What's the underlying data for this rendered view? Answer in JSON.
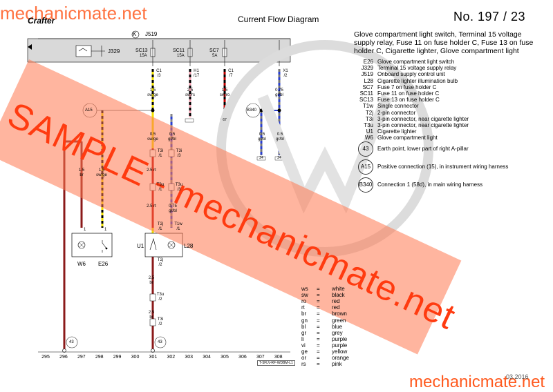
{
  "watermark": {
    "top": "mechanicmate.net",
    "bottom": "mechanicmate.net",
    "sample": "SAMPLE - mechanicmate.net"
  },
  "header": {
    "brand": "Crafter",
    "title": "Current Flow Diagram",
    "number": "No.  197 /  23",
    "date": "03.2016"
  },
  "sheet_title": "Glove compartment light switch, Terminal 15 voltage supply relay, Fuse 11 on fuse holder C, Fuse 13 on fuse holder C, Cigarette lighter, Glove compartment light",
  "legend": [
    {
      "code": "E26",
      "desc": "Glove compartment light switch"
    },
    {
      "code": "J329",
      "desc": "Terminal 15 voltage supply relay"
    },
    {
      "code": "J519",
      "desc": "Onboard supply control unit"
    },
    {
      "code": "L28",
      "desc": "Cigarette lighter illumination bulb"
    },
    {
      "code": "SC7",
      "desc": "Fuse 7 on fuse holder C"
    },
    {
      "code": "SC11",
      "desc": "Fuse 11 on fuse holder C"
    },
    {
      "code": "SC13",
      "desc": "Fuse 13 on fuse holder C"
    },
    {
      "code": "T1w",
      "desc": "Single connector"
    },
    {
      "code": "T2j",
      "desc": "2-pin connector"
    },
    {
      "code": "T3i",
      "desc": "3-pin connector, near cigarette lighter"
    },
    {
      "code": "T3u",
      "desc": "3-pin connector, near cigarette lighter"
    },
    {
      "code": "U1",
      "desc": "Cigarette lighter"
    },
    {
      "code": "W6",
      "desc": "Glove compartment light"
    }
  ],
  "symbols": [
    {
      "code": "43",
      "desc": "Earth point, lower part of right A-pillar"
    },
    {
      "code": "A15",
      "desc": "Positive connection (15), in instrument wiring harness"
    },
    {
      "code": "B340",
      "desc": "Connection 1 (58d), in main wiring harness"
    }
  ],
  "wire_colors": [
    {
      "code": "ws",
      "name": "white"
    },
    {
      "code": "sw",
      "name": "black"
    },
    {
      "code": "ro",
      "name": "red"
    },
    {
      "code": "rt",
      "name": "red"
    },
    {
      "code": "br",
      "name": "brown"
    },
    {
      "code": "gn",
      "name": "green"
    },
    {
      "code": "bl",
      "name": "blue"
    },
    {
      "code": "gr",
      "name": "grey"
    },
    {
      "code": "li",
      "name": "purple"
    },
    {
      "code": "vi",
      "name": "purple"
    },
    {
      "code": "ge",
      "name": "yellow"
    },
    {
      "code": "or",
      "name": "orange"
    },
    {
      "code": "rs",
      "name": "pink"
    }
  ],
  "equals_sign": "=",
  "tracks": [
    "295",
    "296",
    "297",
    "298",
    "299",
    "300",
    "301",
    "302",
    "303",
    "304",
    "305",
    "306",
    "307",
    "308"
  ],
  "diagram": {
    "k_marker": "K",
    "j519_label": "J519",
    "j329_label": "J329",
    "fuses": [
      {
        "name": "SC13",
        "rating": "15A"
      },
      {
        "name": "SC11",
        "rating": "15A"
      },
      {
        "name": "SC7",
        "rating": "5A"
      }
    ],
    "pins": [
      "C1 /3",
      "H1 /17",
      "C1 /7",
      "X1 /2"
    ],
    "wire_labels": [
      "1.5 sw/ge",
      "2.5 sw/rs",
      "1.5 sw/ro",
      "0.75 gr/bl",
      "0.5 gr/bl",
      "0.5 gr/bl",
      "0.5 gr/bl",
      "1.5 br",
      "1.5 sw/ge",
      "2.5 rt",
      "2.5 rt",
      "0.75 gr/bl",
      "0.5 sw/ge",
      "2.5 br",
      "2.5 br"
    ],
    "connectors": [
      "T3i /1",
      "T3i /3",
      "T3u /1",
      "T3u /3",
      "T2j /1",
      "T1w /1",
      "T2j /2",
      "T3u /2",
      "T3i /2"
    ],
    "nodes": [
      "A15",
      "B340",
      "43",
      "43"
    ],
    "refs": [
      "24",
      "24",
      "67"
    ],
    "components": [
      {
        "code": "W6",
        "pin": "1"
      },
      {
        "code": "E26",
        "pin": "1"
      },
      {
        "code": "U1",
        "pin": ""
      },
      {
        "code": "L28",
        "pin": ""
      }
    ],
    "ref_code": "T-5FLV-RF-WDBM-L1"
  },
  "colors": {
    "accent": "#ff5a1f",
    "wire_red": "#c00000",
    "wire_brown": "#8b1a1a",
    "wire_yellow": "#f2e200",
    "wire_blue": "#2a3fcf",
    "band_bg": "#d9d9d9"
  }
}
